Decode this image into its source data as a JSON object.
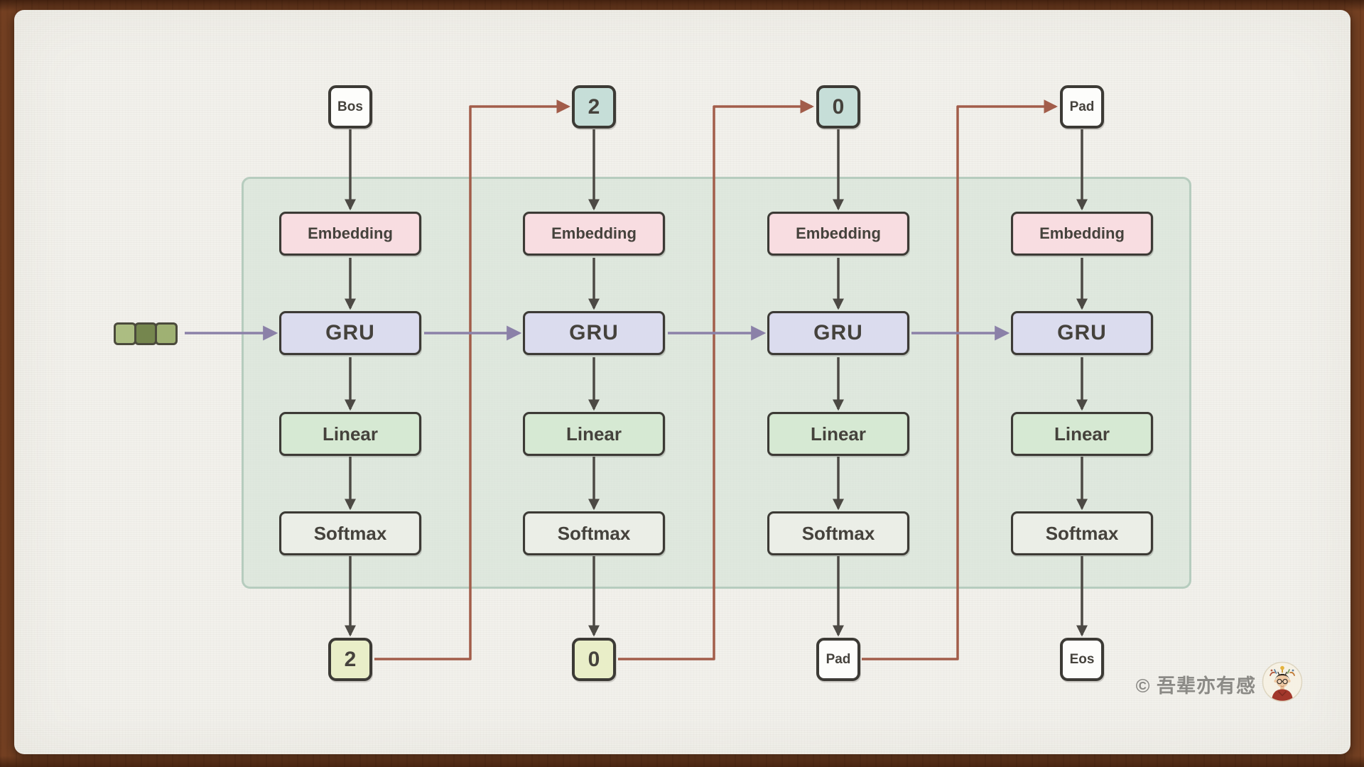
{
  "diagram": {
    "block_labels": [
      "Embedding",
      "GRU",
      "Linear",
      "Softmax"
    ],
    "columns": [
      {
        "input_token": "Bos",
        "output_token": "2"
      },
      {
        "input_token": "2",
        "output_token": "0"
      },
      {
        "input_token": "0",
        "output_token": "Pad"
      },
      {
        "input_token": "Pad",
        "output_token": "Eos"
      }
    ],
    "context_square_colors": [
      "#acbd82",
      "#75864e",
      "#9fb173"
    ],
    "colors": {
      "embedding_fill": "#f8dde1",
      "gru_fill": "#dbdcee",
      "linear_fill": "#d6e9d3",
      "softmax_fill": "#ebeee7",
      "generated_input_token_fill": "#c6ded8",
      "sampled_output_token_fill": "#e9eec8",
      "plain_token_fill": "#fdfdfb",
      "group_panel_fill": "#e3eae3",
      "flow_arrow": "#4c4944",
      "hidden_state_arrow": "#8b81a8",
      "feedback_arrow": "#a25d4a",
      "frame_wood": "#744022",
      "paper": "#f2f1ec"
    }
  },
  "watermark": {
    "text": "© 吾辈亦有感"
  }
}
